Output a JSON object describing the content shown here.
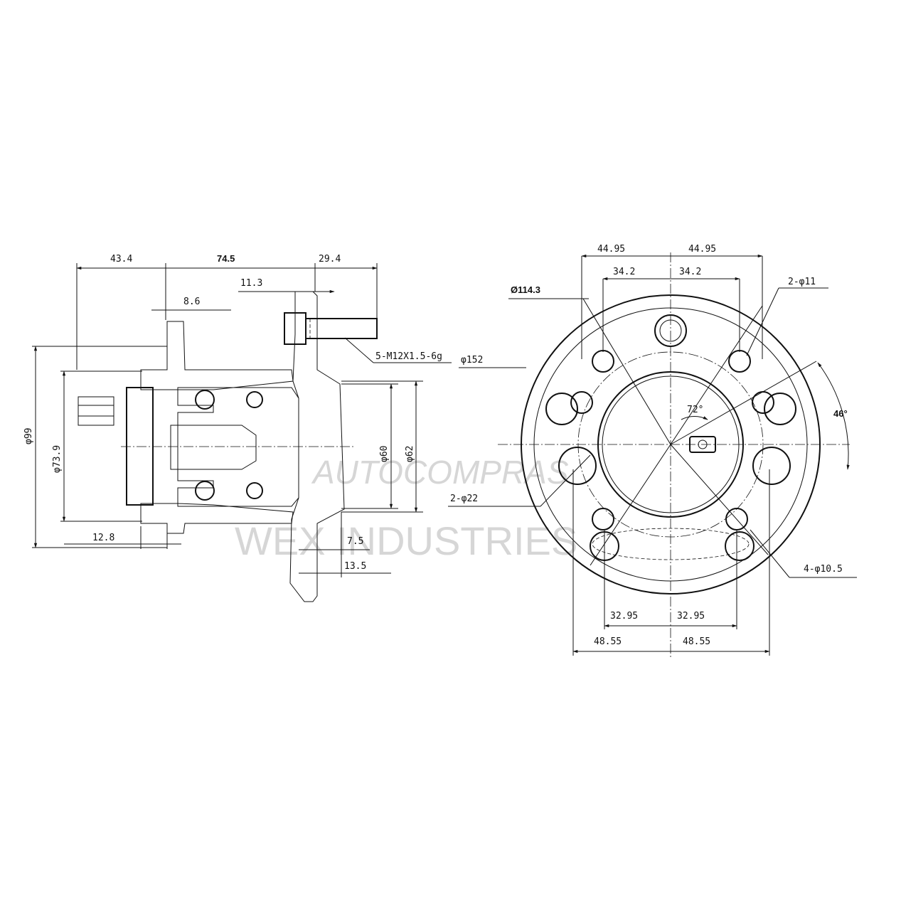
{
  "watermark": {
    "brand": "AUTOCOMPRAS",
    "sub": "WEX INDUSTRIES"
  },
  "side_view": {
    "dims": {
      "d1": "43.4",
      "d2": "74.5",
      "d3": "29.4",
      "d4": "11.3",
      "d5": "8.6",
      "d6": "5-M12X1.5-6g",
      "d7": "φ99",
      "d8": "φ73.9",
      "d9": "φ60",
      "d10": "φ62",
      "d11": "12.8",
      "d12": "7.5",
      "d13": "13.5"
    }
  },
  "front_view": {
    "dims": {
      "top_outer_l": "44.95",
      "top_outer_r": "44.95",
      "top_inner_l": "34.2",
      "top_inner_r": "34.2",
      "pcd": "Ø114.3",
      "hole_top": "2-φ11",
      "outer_dia": "φ152",
      "angle_72": "72°",
      "angle_46": "46°",
      "hole_mid": "2-φ22",
      "hole_bottom": "4-φ10.5",
      "bot_inner_l": "32.95",
      "bot_inner_r": "32.95",
      "bot_outer_l": "48.55",
      "bot_outer_r": "48.55"
    }
  }
}
